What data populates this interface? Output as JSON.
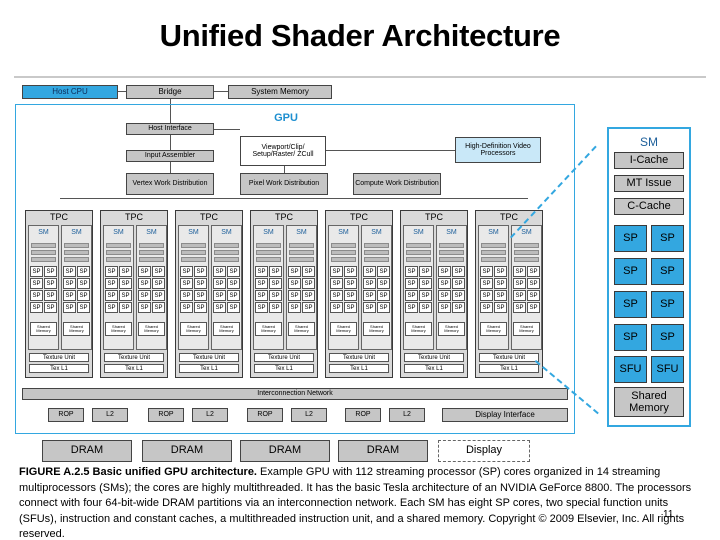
{
  "title": "Unified Shader Architecture",
  "top_bar": {
    "host_cpu": "Host CPU",
    "bridge": "Bridge",
    "system_memory": "System Memory"
  },
  "gpu": {
    "label": "GPU",
    "host_interface": "Host Interface",
    "input_assembler": "Input Assembler",
    "viewport": "Viewport/Clip/ Setup/Raster/ ZCull",
    "hd_video": "High-Definition Video Processors",
    "vertex_work": "Vertex Work Distribution",
    "pixel_work": "Pixel Work Distribution",
    "compute_work": "Compute Work Distribution",
    "tpc_label": "TPC",
    "sm_label": "SM",
    "sp_label": "SP",
    "shared_memory_small": "Shared Memory",
    "texture_unit": "Texture Unit",
    "tex_l1": "Tex L1",
    "interconnect": "Interconnection Network",
    "rop": "ROP",
    "l2": "L2",
    "display_interface": "Display Interface",
    "dram": "DRAM",
    "display": "Display"
  },
  "sm_detail": {
    "title": "SM",
    "icache": "I-Cache",
    "mt_issue": "MT Issue",
    "ccache": "C-Cache",
    "sp": "SP",
    "sfu": "SFU",
    "shared_memory": "Shared Memory"
  },
  "caption": {
    "bold": "FIGURE A.2.5 Basic unified GPU architecture.",
    "text": " Example GPU with 112 streaming processor (SP) cores organized in 14 streaming multiprocessors (SMs); the cores are highly multithreaded. It has the basic Tesla architecture of an NVIDIA GeForce 8800. The processors connect with four 64-bit-wide DRAM partitions via an interconnection network. Each SM has eight SP cores, two special function units (SFUs), instruction and constant caches, a multithreaded instruction unit, and a shared memory. Copyright © 2009 Elsevier, Inc. All rights reserved."
  },
  "page_number": "11",
  "colors": {
    "accent": "#33a7e0",
    "box_gray": "#c6c6c6",
    "light_blue": "#c9e8f8"
  }
}
